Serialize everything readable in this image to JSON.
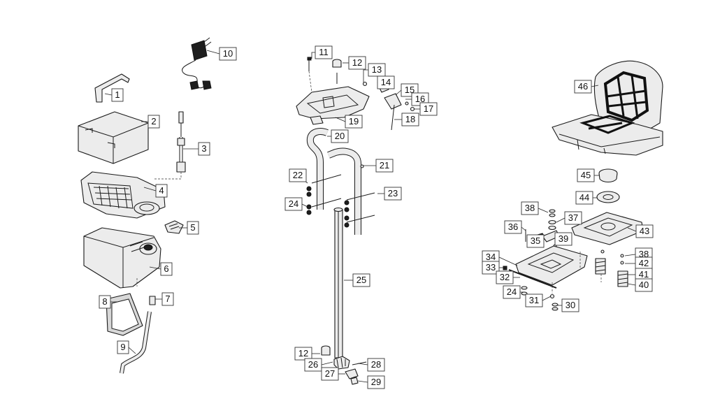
{
  "callouts": [
    {
      "id": "1"
    },
    {
      "id": "2"
    },
    {
      "id": "3"
    },
    {
      "id": "4"
    },
    {
      "id": "5"
    },
    {
      "id": "6"
    },
    {
      "id": "7"
    },
    {
      "id": "8"
    },
    {
      "id": "9"
    },
    {
      "id": "10"
    },
    {
      "id": "11"
    },
    {
      "id": "12"
    },
    {
      "id": "13"
    },
    {
      "id": "14"
    },
    {
      "id": "15"
    },
    {
      "id": "16"
    },
    {
      "id": "17"
    },
    {
      "id": "18"
    },
    {
      "id": "19"
    },
    {
      "id": "20"
    },
    {
      "id": "21"
    },
    {
      "id": "22"
    },
    {
      "id": "23"
    },
    {
      "id": "24"
    },
    {
      "id": "25"
    },
    {
      "id": "12"
    },
    {
      "id": "26"
    },
    {
      "id": "27"
    },
    {
      "id": "28"
    },
    {
      "id": "29"
    },
    {
      "id": "46"
    },
    {
      "id": "45"
    },
    {
      "id": "44"
    },
    {
      "id": "38"
    },
    {
      "id": "37"
    },
    {
      "id": "43"
    },
    {
      "id": "36"
    },
    {
      "id": "35"
    },
    {
      "id": "39"
    },
    {
      "id": "34"
    },
    {
      "id": "33"
    },
    {
      "id": "38"
    },
    {
      "id": "42"
    },
    {
      "id": "32"
    },
    {
      "id": "41"
    },
    {
      "id": "40"
    },
    {
      "id": "24"
    },
    {
      "id": "31"
    },
    {
      "id": "30"
    }
  ]
}
